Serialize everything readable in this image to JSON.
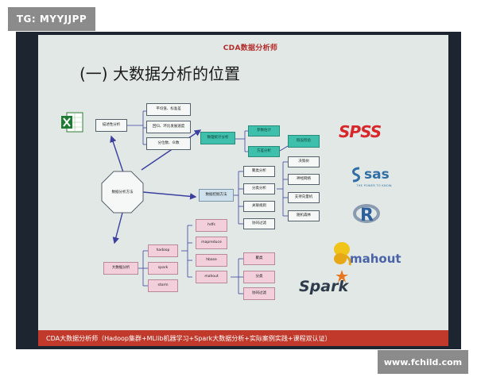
{
  "watermark_top": "TG: MYYJJPP",
  "watermark_bottom": "www.fchild.com",
  "slide": {
    "logo": "CDA数据分析师",
    "title": "(一) 大数据分析的位置",
    "footer": "CDA大数据分析师（Hadoop集群+MLlib机器学习+Spark大数据分析+实际案例实践+课程双认证）"
  },
  "diagram": {
    "center": "数据分析方法",
    "descriptive": "描述性分析",
    "descriptive_items": [
      "平均值、标准差",
      "回归、环比发展速度",
      "分位数、众数"
    ],
    "statistics": "数理统计分析",
    "param_estimation": "参数估计",
    "hypothesis_test": "假设检验",
    "variance_analysis": "方差分析",
    "mining": "数据挖掘方法",
    "mining_items": [
      "聚类分析",
      "分类分析",
      "关联规则",
      "协同过滤"
    ],
    "mining_sub": [
      "决策树",
      "神经网络",
      "支持向量机",
      "随机森林"
    ],
    "bigdata": "大数据分析",
    "bigdata_items": [
      "hadoop",
      "spark",
      "storm"
    ],
    "hadoop_items": [
      "hdfs",
      "mapreduce",
      "hbase",
      "mahout"
    ],
    "mahout_items": [
      "聚类",
      "分类",
      "协同过滤"
    ]
  },
  "logos": {
    "spss": "SPSS",
    "sas": "sas",
    "sas_tagline": "THE POWER TO KNOW.",
    "r": "R",
    "mahout": "mahout",
    "spark": "Spark"
  },
  "colors": {
    "footer": "#c0392b",
    "teal": "#3fc0ac",
    "pink": "#f2cfda",
    "spss": "#d8262b",
    "sas": "#2f6fa6"
  }
}
